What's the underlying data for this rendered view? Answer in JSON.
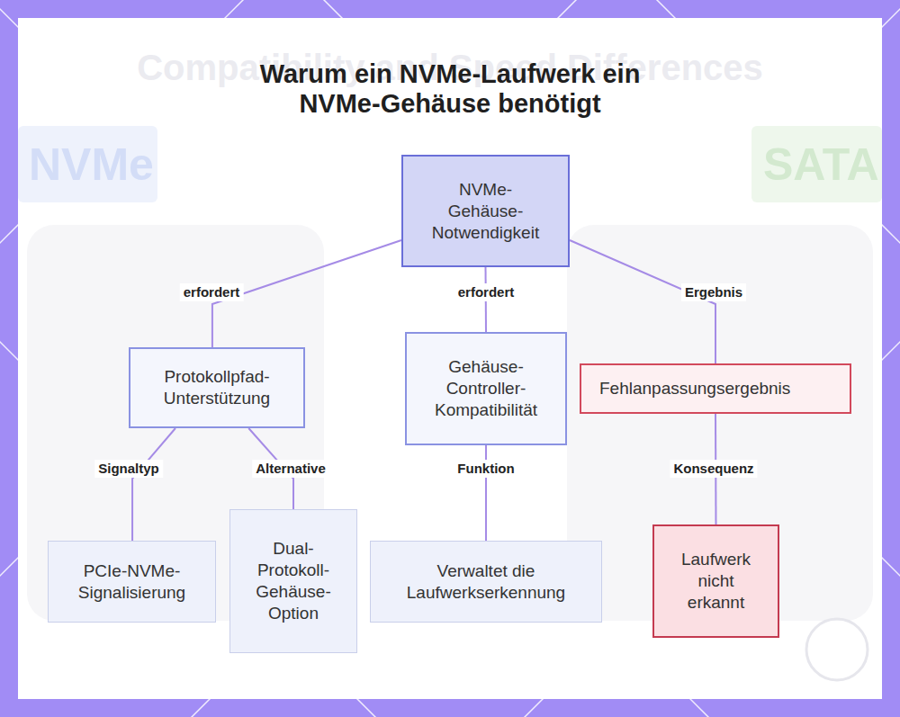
{
  "diagram": {
    "title": "Warum ein NVMe-Laufwerk ein NVMe-Gehäuse benötigt",
    "nodes": [
      {
        "text": [
          "NVMe-Gehäuse-Notwendigkeit"
        ]
      },
      {
        "text": [
          "Protokollpfad-Unterstützung"
        ]
      },
      {
        "text": [
          "Gehäuse-Controller-Kompatibilität"
        ]
      },
      {
        "text": [
          "Fehlanpassungsergebnis"
        ]
      },
      {
        "text": [
          "PCIe-NVMe-Signalisierung"
        ]
      },
      {
        "text": [
          "Dual-Protokoll-Gehäuse-Option"
        ]
      },
      {
        "text": [
          "Verwaltet die Laufwerkserkennung"
        ]
      },
      {
        "text": [
          "Laufwerk nicht erkannt"
        ]
      }
    ],
    "edges": [
      {
        "from": 0,
        "to": 1,
        "label": "erfordert",
        "arrow": "none"
      },
      {
        "from": 0,
        "to": 2,
        "label": "erfordert",
        "arrow": "none"
      },
      {
        "from": 0,
        "to": 3,
        "label": "Ergebnis",
        "arrow": "none"
      },
      {
        "from": 1,
        "to": 4,
        "label": "Signaltyp",
        "arrow": "none"
      },
      {
        "from": 1,
        "to": 5,
        "label": "Alternative",
        "arrow": "none"
      },
      {
        "from": 2,
        "to": 6,
        "label": "Funktion",
        "arrow": "none"
      },
      {
        "from": 3,
        "to": 7,
        "label": "Konsequenz",
        "arrow": "none"
      }
    ],
    "labels": [
      "Compatibility and Speed Differences",
      "NVMe",
      "SATA"
    ]
  }
}
